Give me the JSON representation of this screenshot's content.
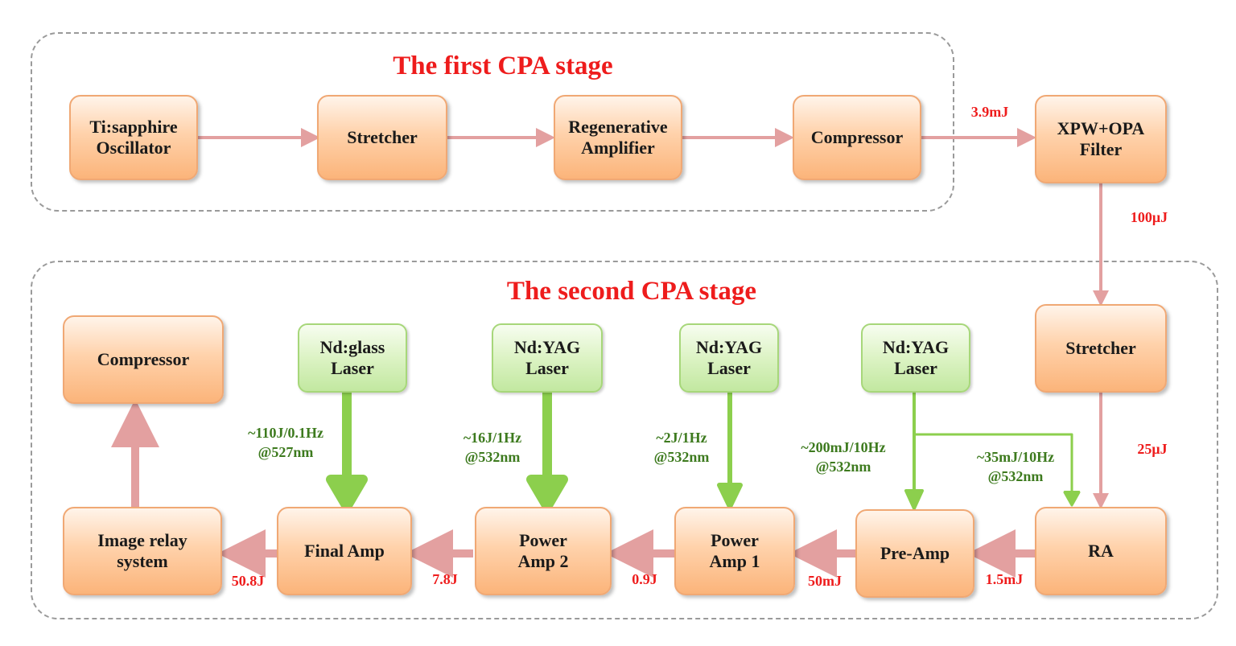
{
  "stage1": {
    "title": "The first CPA stage"
  },
  "stage2": {
    "title": "The second CPA stage"
  },
  "blocks": {
    "oscillator": "Ti:sapphire\nOscillator",
    "stretcher1": "Stretcher",
    "regen": "Regenerative\nAmplifier",
    "compressor1": "Compressor",
    "xpw": "XPW+OPA\nFilter",
    "stretcher2": "Stretcher",
    "ra": "RA",
    "preamp": "Pre-Amp",
    "poweramp1": "Power\nAmp 1",
    "poweramp2": "Power\nAmp 2",
    "finalamp": "Final Amp",
    "imagerelay": "Image relay\nsystem",
    "compressor2": "Compressor"
  },
  "pump_lasers": {
    "glass": "Nd:glass\nLaser",
    "yag_pa2": "Nd:YAG\nLaser",
    "yag_pa1": "Nd:YAG\nLaser",
    "yag_pre": "Nd:YAG\nLaser"
  },
  "energies": {
    "after_compressor1": "3.9mJ",
    "after_xpw": "100μJ",
    "after_stretcher2": "25μJ",
    "after_ra": "1.5mJ",
    "after_preamp": "50mJ",
    "after_pa1": "0.9J",
    "after_pa2": "7.8J",
    "after_final": "50.8J"
  },
  "pump_specs": {
    "glass": "~110J/0.1Hz\n@527nm",
    "yag_pa2": "~16J/1Hz\n@532nm",
    "yag_pa1": "~2J/1Hz\n@532nm",
    "yag_pre": "~200mJ/10Hz\n@532nm",
    "yag_ra": "~35mJ/10Hz\n@532nm"
  },
  "colors": {
    "stage_title": "#ee1c1c",
    "energy_label": "#ee1c1c",
    "pump_label": "#3d7a1e",
    "beam_arrow": "#e3a0a0",
    "pump_arrow": "#8ccf4d"
  }
}
